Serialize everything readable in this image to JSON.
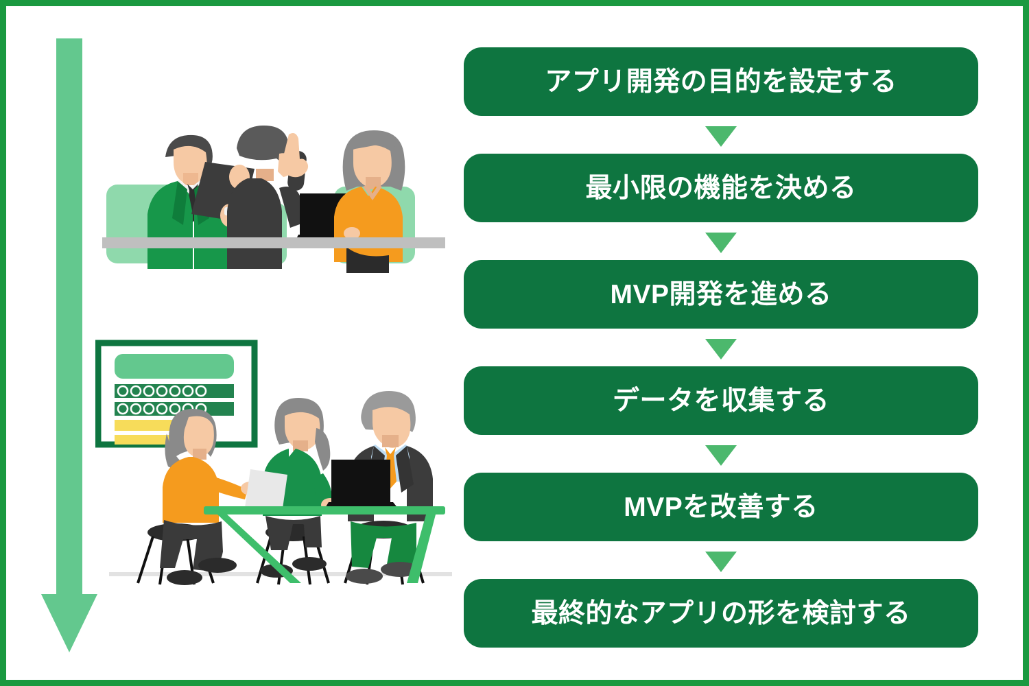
{
  "page": {
    "border_color": "#1A9940",
    "background": "#ffffff",
    "title": "MVP開発フロー"
  },
  "left_arrow": {
    "name": "downward-progress-arrow",
    "direction": "down",
    "color": "#63C88E"
  },
  "illustrations": [
    {
      "name": "meeting-room-illustration",
      "description": "会議室で3人が打ち合わせをしている様子",
      "people": [
        {
          "role": "tablet-holder",
          "outfit_color": "#1A9A4F",
          "hair_color": "#4A4A4A",
          "prop": "tablet"
        },
        {
          "role": "presenter-back-view",
          "outfit_color": "#3C3C3C",
          "hair_color": "#5A5A5A",
          "prop": "pointing-hand"
        },
        {
          "role": "listener",
          "outfit_color": "#F59B1E",
          "hair_color": "#8A8A8A",
          "prop": "laptop"
        }
      ],
      "furniture": {
        "chair_color": "#8FD9AC",
        "rail_color": "#BFBFBF"
      }
    },
    {
      "name": "workshop-illustration",
      "description": "ホワイトボードの前で3人がテーブルを囲んで作業している様子",
      "board": {
        "frame_color": "#0E7540",
        "header_bar_color": "#63C88E",
        "row_bar_color": "#23834F",
        "row_circle_count": 7,
        "row_count": 2,
        "accent_bar_color": "#F7DC5A",
        "accent_bar_count": 2
      },
      "people": [
        {
          "role": "participant-left",
          "outfit_color": "#F59B1E",
          "hair_color": "#8A8A8A",
          "prop": "none"
        },
        {
          "role": "participant-center",
          "outfit_color": "#1A8C4A",
          "hair_color": "#8A8A8A",
          "prop": "paper"
        },
        {
          "role": "participant-right",
          "outfit_color": "#3C3C3C",
          "hair_color": "#9A9A9A",
          "prop": "laptop",
          "tie_color": "#F59B1E",
          "pants_color": "#16883F"
        }
      ],
      "furniture": {
        "table_color": "#3EBE6B",
        "stool_color": "#2B2B2B",
        "floor_color": "#E2E2E2"
      }
    }
  ],
  "flow": {
    "box_color": "#0E7540",
    "text_color": "#ffffff",
    "arrow_color": "#4CB86D",
    "steps": [
      {
        "index": 1,
        "label": "アプリ開発の目的を設定する"
      },
      {
        "index": 2,
        "label": "最小限の機能を決める"
      },
      {
        "index": 3,
        "label": "MVP開発を進める"
      },
      {
        "index": 4,
        "label": "データを収集する"
      },
      {
        "index": 5,
        "label": "MVPを改善する"
      },
      {
        "index": 6,
        "label": "最終的なアプリの形を検討する"
      }
    ]
  }
}
